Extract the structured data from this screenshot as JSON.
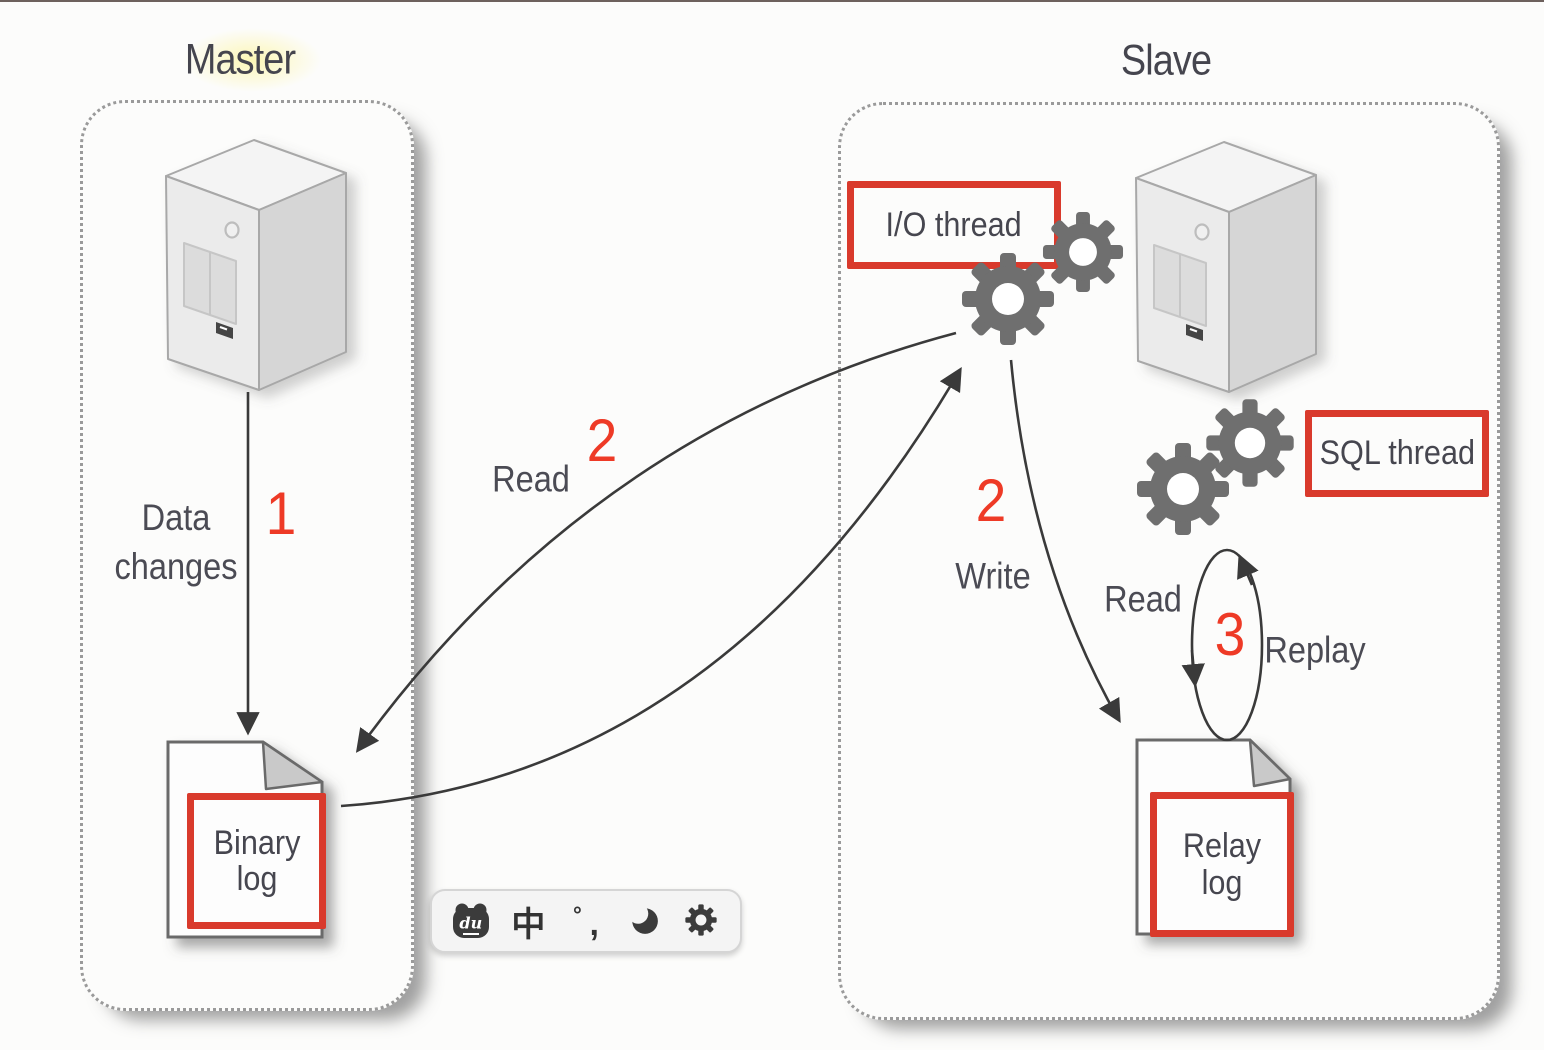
{
  "colors": {
    "highlight_red": "#d93a2c",
    "step_number_red": "#ee3a26",
    "label_text": "#4b4b54",
    "line": "#3a3a3a",
    "gear_gray": "#6f6f6f"
  },
  "master": {
    "title": "Master",
    "data_changes_label": "Data changes",
    "step_1": "1",
    "binary_log_label": "Binary log"
  },
  "replication": {
    "read_label": "Read",
    "read_step": "2"
  },
  "slave": {
    "title": "Slave",
    "io_thread_label": "I/O thread",
    "sql_thread_label": "SQL thread",
    "write_label": "Write",
    "write_step": "2",
    "read_label": "Read",
    "replay_step": "3",
    "replay_label": "Replay",
    "relay_log_label": "Relay log"
  },
  "toolbar": {
    "baidu_badge_text": "du",
    "chinese_char": "中",
    "punct_degree": "°",
    "punct_comma": ",",
    "icons": [
      "baidu-translate-icon",
      "chinese-text-icon",
      "punctuation-icon",
      "dark-mode-moon-icon",
      "settings-gear-icon"
    ]
  }
}
